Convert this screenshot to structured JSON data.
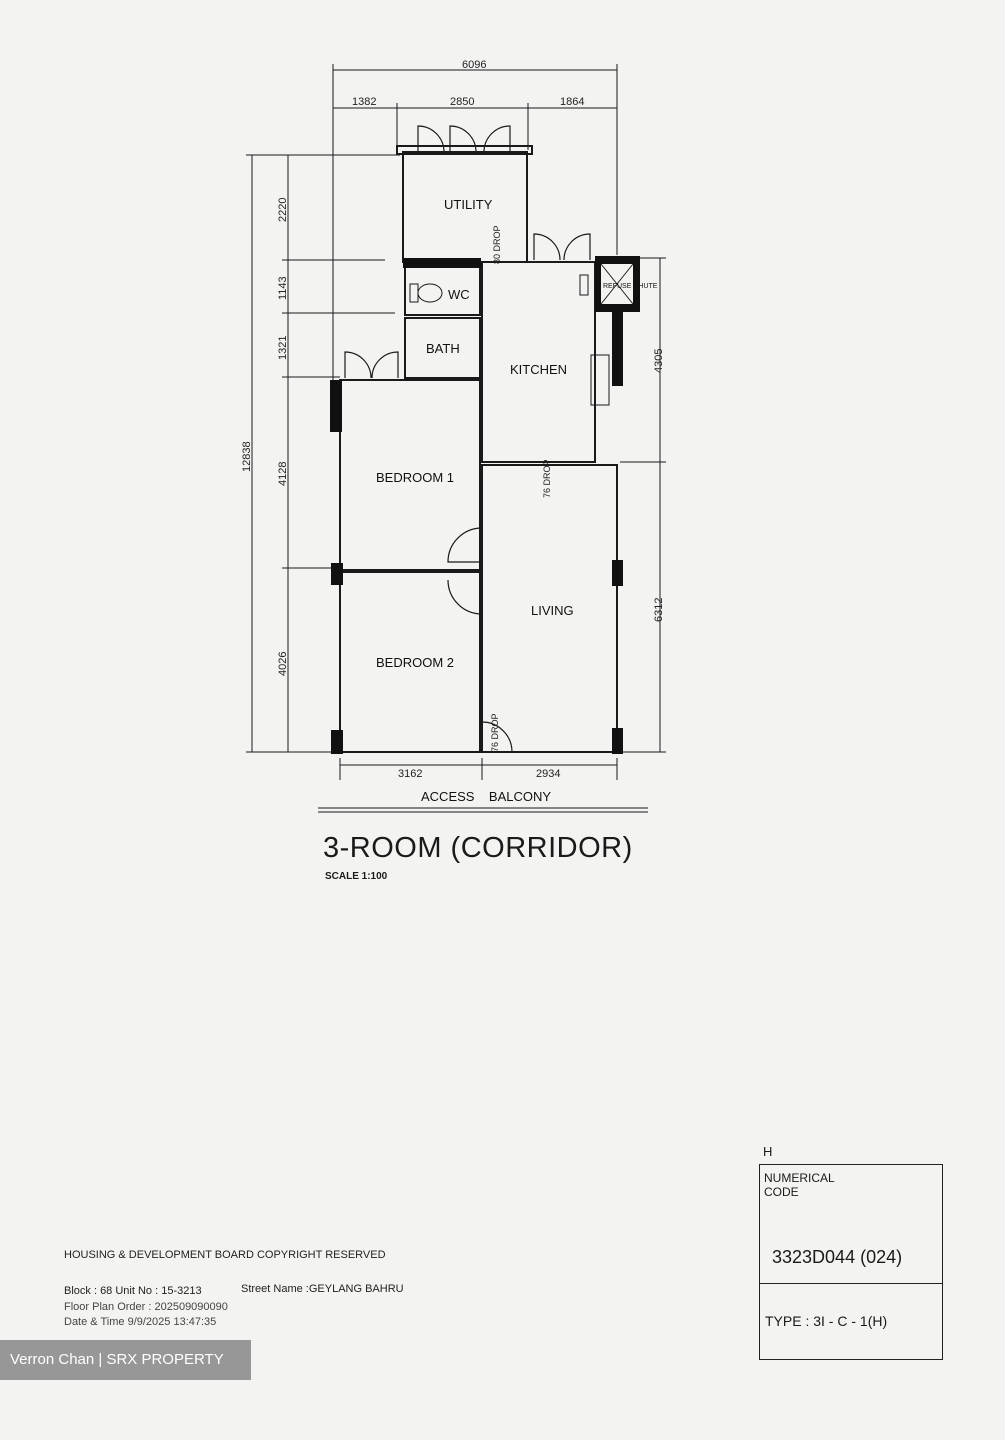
{
  "plan": {
    "title": "3-ROOM (CORRIDOR)",
    "scale": "SCALE  1:100",
    "rooms": {
      "utility": "UTILITY",
      "wc": "WC",
      "bath": "BATH",
      "kitchen": "KITCHEN",
      "bedroom1": "BEDROOM 1",
      "bedroom2": "BEDROOM 2",
      "living": "LIVING",
      "refuse_chute": "REFUSE CHUTE",
      "access_balcony": "ACCESS    BALCONY"
    },
    "drops": {
      "utility_drop": "80 DROP",
      "living_drop": "76 DROP",
      "entrance_drop": "76 DROP"
    },
    "dimensions": {
      "top_total": "6096",
      "top_left": "1382",
      "top_mid": "2850",
      "top_right": "1864",
      "left_total": "12838",
      "left_1": "2220",
      "left_2": "1143",
      "left_3": "1321",
      "left_4": "4128",
      "left_5": "4026",
      "right_1": "4305",
      "right_2": "6312",
      "bottom_left": "3162",
      "bottom_right": "2934"
    }
  },
  "footer": {
    "copyright": "HOUSING & DEVELOPMENT BOARD  COPYRIGHT RESERVED",
    "block": "Block : 68    Unit No : 15-3213",
    "street": "Street Name :GEYLANG BAHRU",
    "order": "Floor Plan Order : 202509090090",
    "datetime": "Date & Time  9/9/2025  13:47:35",
    "watermark": "Verron Chan | SRX PROPERTY"
  },
  "code_box": {
    "corner_mark": "H",
    "label": "NUMERICAL CODE",
    "code": "3323D044  (024)",
    "type": "TYPE  :  3I  -  C  -  1(H)"
  }
}
